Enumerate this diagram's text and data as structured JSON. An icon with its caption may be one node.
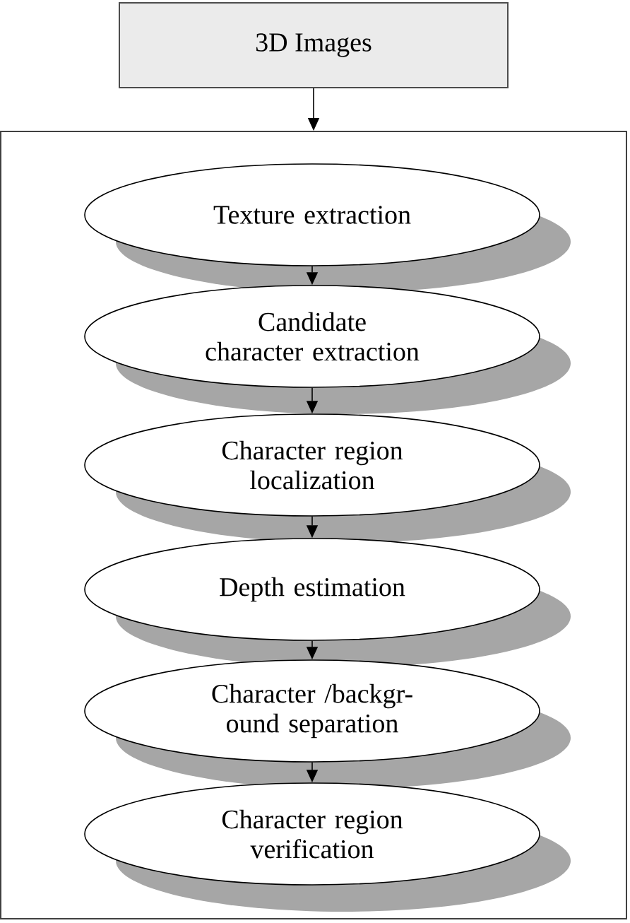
{
  "diagram": {
    "nodes": [
      {
        "text": [
          "3D Images"
        ]
      },
      {
        "text": [],
        "shape": "box"
      },
      {
        "text": [
          "Texture extraction"
        ],
        "in": 1
      },
      {
        "text": [
          "Candidate character extraction"
        ],
        "in": 1
      },
      {
        "text": [
          "Character region localization"
        ],
        "in": 1
      },
      {
        "text": [
          "Depth estimation"
        ],
        "in": 1
      },
      {
        "text": [
          "Character /backgr-ound separation"
        ],
        "in": 1
      },
      {
        "text": [
          "Character region verification"
        ],
        "in": 1
      }
    ],
    "edges": [
      {
        "from": 0,
        "to": 1,
        "arrow": "to"
      },
      {
        "from": 2,
        "to": 3,
        "arrow": "to"
      },
      {
        "from": 3,
        "to": 4,
        "arrow": "to"
      },
      {
        "from": 4,
        "to": 5,
        "arrow": "to"
      },
      {
        "from": 5,
        "to": 6,
        "arrow": "to"
      },
      {
        "from": 6,
        "to": 7,
        "arrow": "to"
      }
    ]
  }
}
